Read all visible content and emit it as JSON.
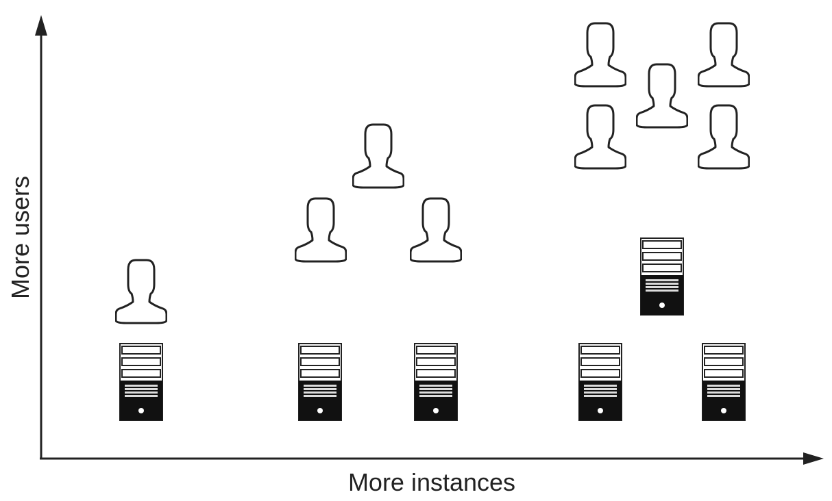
{
  "diagram": {
    "x_axis_label": "More instances",
    "y_axis_label": "More users",
    "colors": {
      "line": "#222222",
      "server_body": "#111111",
      "background": "#ffffff"
    },
    "icons": {
      "user": "user-icon",
      "server": "server-icon"
    },
    "groups": [
      {
        "name": "group-1",
        "servers": 1,
        "users": 1
      },
      {
        "name": "group-2",
        "servers": 2,
        "users": 3
      },
      {
        "name": "group-3",
        "servers": 3,
        "users": 5
      }
    ]
  }
}
